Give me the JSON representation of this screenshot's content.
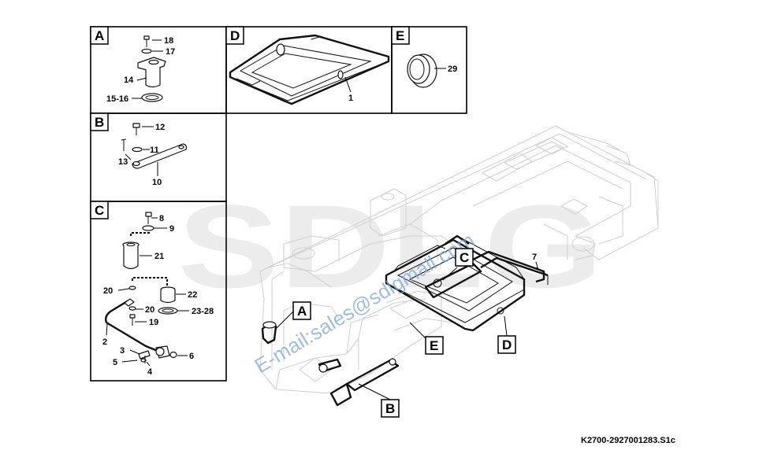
{
  "watermark": {
    "logo": "SDLG",
    "email": "E-mail:sales@sdlgmall.com"
  },
  "drawing_code": "K2700-2927001283.S1c",
  "panels": [
    {
      "letter": "A",
      "labels": [
        "18",
        "17",
        "14",
        "15-16"
      ]
    },
    {
      "letter": "D",
      "labels": [
        "1"
      ]
    },
    {
      "letter": "E",
      "labels": [
        "29"
      ]
    },
    {
      "letter": "B",
      "labels": [
        "12",
        "11",
        "13",
        "10"
      ]
    },
    {
      "letter": "C",
      "labels": [
        "8",
        "9",
        "21",
        "20",
        "22",
        "20",
        "23-28",
        "19",
        "2",
        "3",
        "5",
        "4",
        "6"
      ]
    }
  ],
  "callouts": [
    {
      "letter": "A"
    },
    {
      "letter": "C"
    },
    {
      "letter": "E"
    },
    {
      "letter": "D"
    },
    {
      "letter": "B"
    }
  ],
  "main_label": "7"
}
